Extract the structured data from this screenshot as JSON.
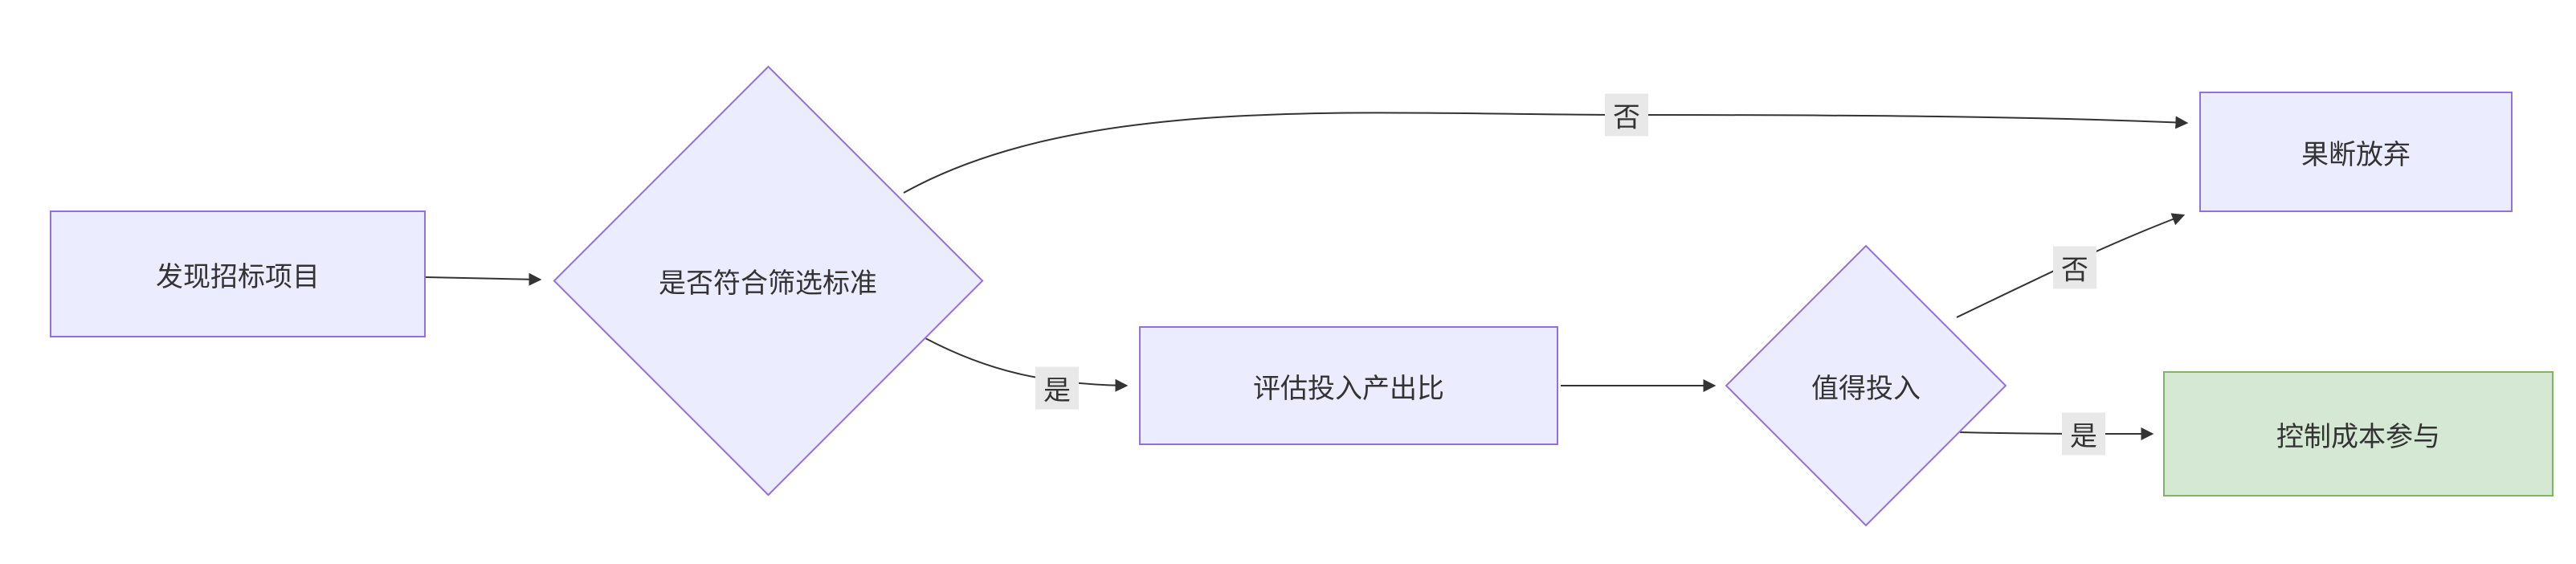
{
  "flowchart": {
    "nodes": {
      "discover": {
        "label": "发现招标项目"
      },
      "criteria_check": {
        "label": "是否符合筛选标准"
      },
      "evaluate_roi": {
        "label": "评估投入产出比"
      },
      "worth_investing": {
        "label": "值得投入"
      },
      "abandon": {
        "label": "果断放弃"
      },
      "participate_cost_control": {
        "label": "控制成本参与"
      }
    },
    "edge_labels": {
      "criteria_no": "否",
      "criteria_yes": "是",
      "worth_no": "否",
      "worth_yes": "是"
    },
    "colors": {
      "node_fill": "#ECECFF",
      "node_border": "#9370DB",
      "result_fill": "#D5E8D4",
      "result_border": "#82B366",
      "edge": "#333333",
      "edge_label_bg": "#E8E8E8",
      "text": "#333333"
    }
  }
}
